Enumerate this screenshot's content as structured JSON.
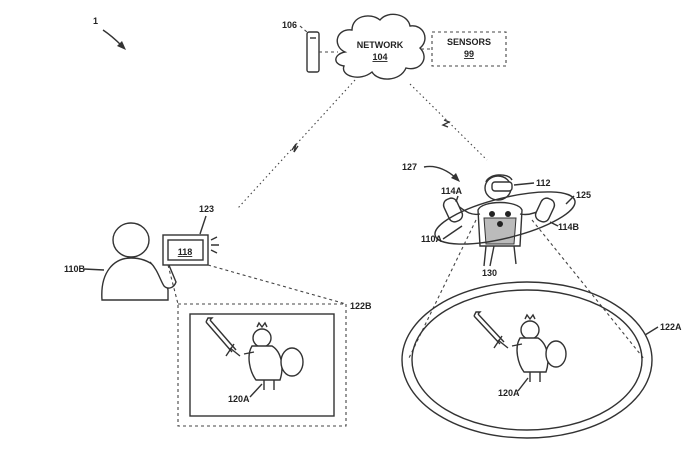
{
  "labels": {
    "fig_ref": "1",
    "network_title": "NETWORK",
    "network_num": "104",
    "sensors_title": "SENSORS",
    "sensors_num": "99",
    "server": "106",
    "hmd_user": "127",
    "ref_112": "112",
    "ref_125": "125",
    "ref_114a": "114A",
    "ref_114b": "114B",
    "ref_110a": "110A",
    "ref_130": "130",
    "ref_123": "123",
    "screen": "118",
    "ref_110b": "110B",
    "ref_122b": "122B",
    "ref_122a": "122A",
    "ref_120a_left": "120A",
    "ref_120a_right": "120A"
  },
  "colors": {
    "line": "#333333",
    "background": "#ffffff"
  }
}
